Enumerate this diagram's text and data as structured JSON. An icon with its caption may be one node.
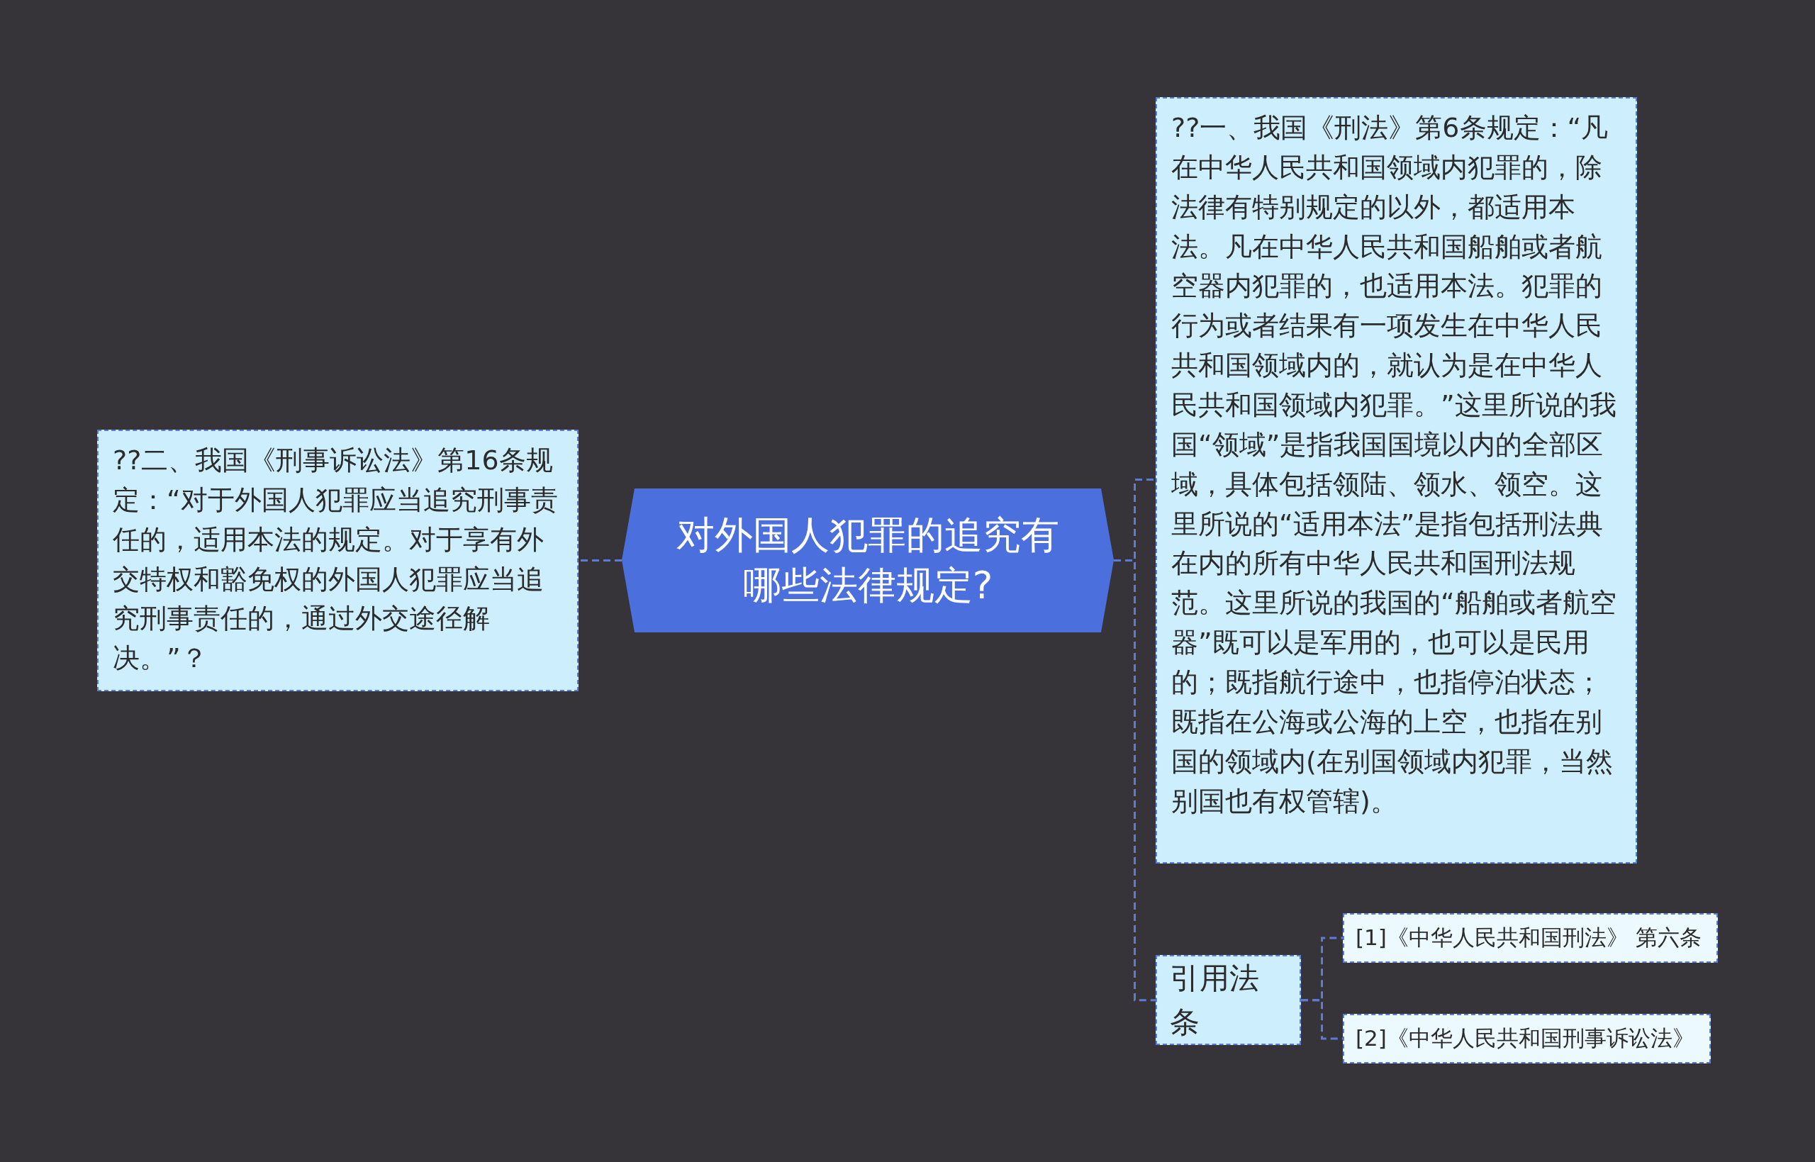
{
  "diagram": {
    "nodes": [
      {
        "text": [
          "对外国人犯罪的追究有哪些法律规定?"
        ]
      },
      {
        "text": [
          "??二、我国《刑事诉讼法》第16条规定：“对于外国人犯罪应当追究刑事责任的，适用本法的规定。对于享有外交特权和豁免权的外国人犯罪应当追究刑事责任的，通过外交途径解决。”？"
        ]
      },
      {
        "text": [
          "??一、我国《刑法》第6条规定：“凡在中华人民共和国领域内犯罪的，除法律有特别规定的以外，都适用本法。凡在中华人民共和国船舶或者航空器内犯罪的，也适用本法。犯罪的行为或者结果有一项发生在中华人民共和国领域内的，就认为是在中华人民共和国领域内犯罪。”这里所说的我国“领域”是指我国国境以内的全部区域，具体包括领陆、领水、领空。这里所说的“适用本法”是指包括刑法典在内的所有中华人民共和国刑法规范。这里所说的我国的“船舶或者航空器”既可以是军用的，也可以是民用的；既指航行途中，也指停泊状态；既指在公海或公海的上空，也指在别国的领域内(在别国领域内犯罪，当然别国也有权管辖)。"
        ]
      },
      {
        "text": [
          "引用法条"
        ]
      },
      {
        "text": [
          "[1]《中华人民共和国刑法》 第六条"
        ]
      },
      {
        "text": [
          "[2]《中华人民共和国刑事诉讼法》"
        ]
      }
    ],
    "edges": [
      {
        "from": 0,
        "to": 1,
        "arrow": "none",
        "style": "dashed"
      },
      {
        "from": 0,
        "to": 2,
        "arrow": "none",
        "style": "dashed"
      },
      {
        "from": 0,
        "to": 3,
        "arrow": "none",
        "style": "dashed"
      },
      {
        "from": 3,
        "to": 4,
        "arrow": "none",
        "style": "dashed"
      },
      {
        "from": 3,
        "to": 5,
        "arrow": "none",
        "style": "dashed"
      }
    ]
  }
}
